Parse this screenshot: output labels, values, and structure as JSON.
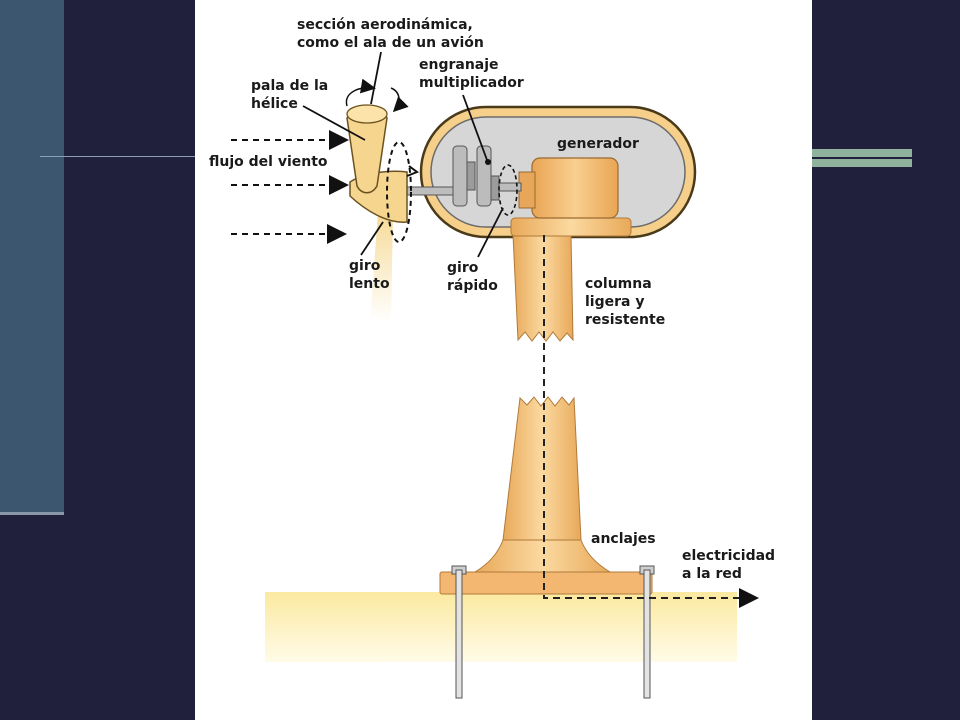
{
  "labels": {
    "airfoil_line1": "sección aerodinámica,",
    "airfoil_line2": "como el ala de un avión",
    "blade_line1": "pala de la",
    "blade_line2": "hélice",
    "gearbox_line1": "engranaje",
    "gearbox_line2": "multiplicador",
    "generator": "generador",
    "wind_flow": "flujo del viento",
    "slow_spin_line1": "giro",
    "slow_spin_line2": "lento",
    "fast_spin_line1": "giro",
    "fast_spin_line2": "rápido",
    "tower_line1": "columna",
    "tower_line2": "ligera y",
    "tower_line3": "resistente",
    "anchors": "anclajes",
    "grid_line1": "electricidad",
    "grid_line2": "a la red"
  },
  "colors": {
    "background": "#20203c",
    "side_panel": "#3d5670",
    "accent_bar": "#8fb29c",
    "turbine_body": "#f3c07a",
    "nacelle_fill": "#d8d8d8",
    "ground": "#fdf0b0"
  }
}
